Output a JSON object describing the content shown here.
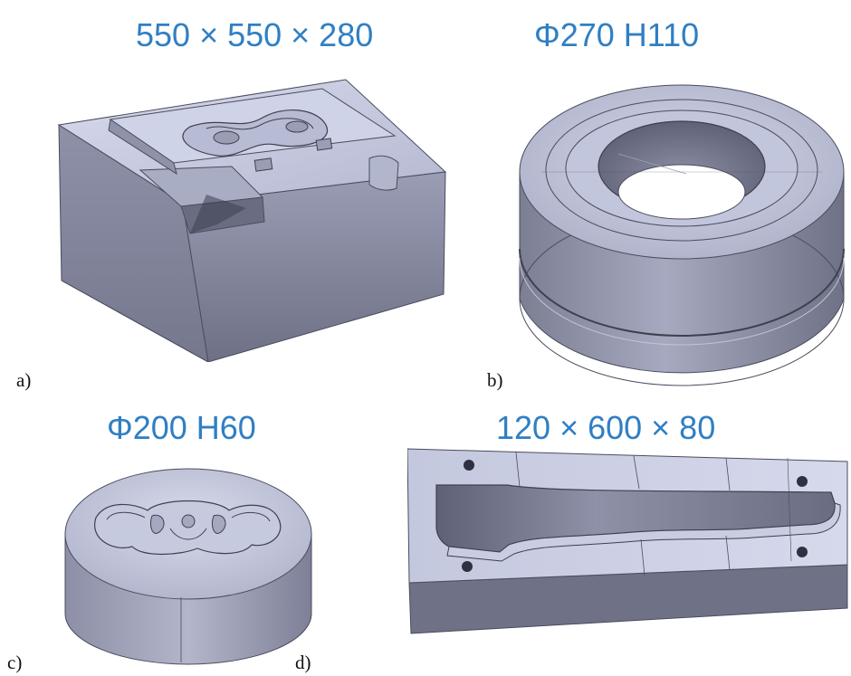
{
  "panels": [
    {
      "id": "a",
      "dimension": "550 × 550 × 280",
      "label": "a)"
    },
    {
      "id": "b",
      "dimension": "Φ270 H110",
      "label": "b)"
    },
    {
      "id": "c",
      "dimension": "Φ200 H60",
      "label": "c)"
    },
    {
      "id": "d",
      "dimension": "120 × 600 × 80",
      "label": "d)"
    }
  ],
  "colors": {
    "title_blue": "#2f7fc4",
    "part_top": "#c9cde2",
    "part_side_light": "#9ea2b9",
    "part_side_dark": "#7a7d92",
    "edge": "#3e4050"
  }
}
